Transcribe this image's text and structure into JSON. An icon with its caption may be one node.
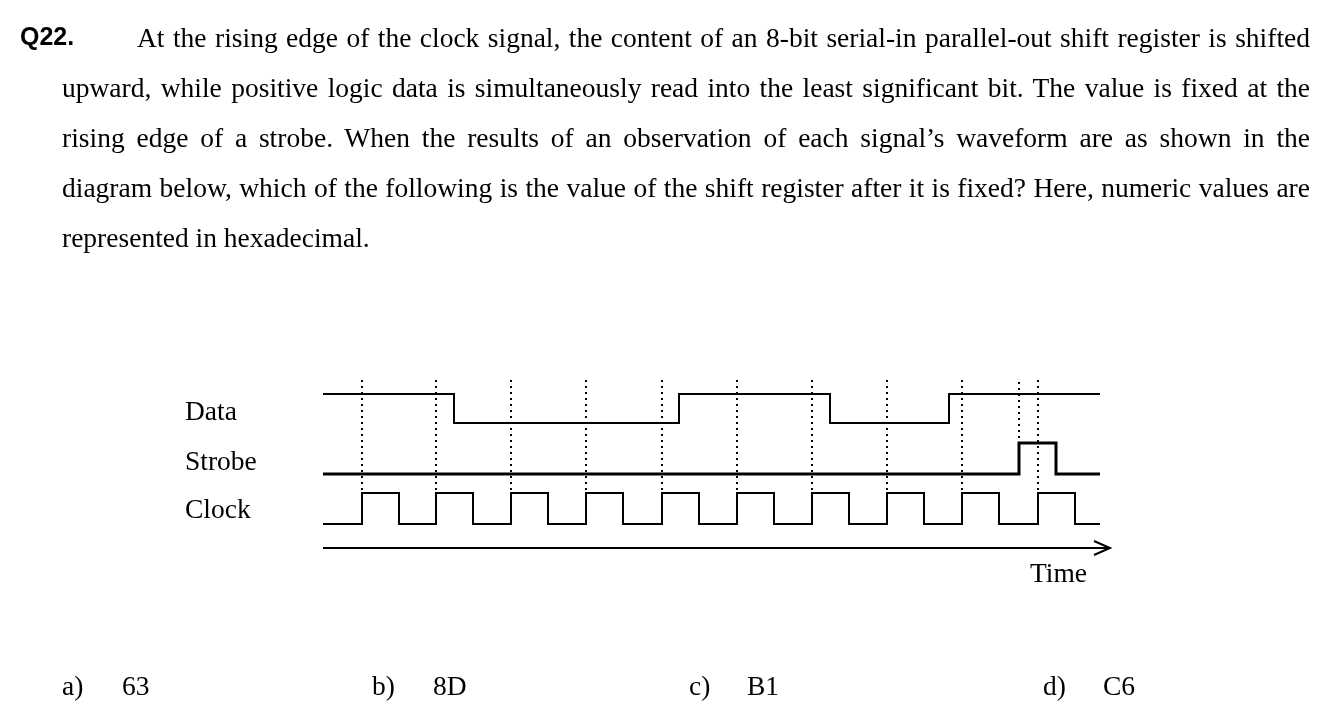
{
  "diagram": {
    "labels": [
      "Q22.",
      "At the rising edge of the clock signal, the content of an 8-bit serial-in parallel-out shift register is shifted upward, while positive logic data is simultaneously read into the least significant bit. The value is fixed at the rising edge of a strobe. When the results of an observation of each signal’s waveform are as shown in the diagram below, which of the following is the value of the shift register after it is fixed? Here, numeric values are represented in hexadecimal.",
      "Data",
      "Strobe",
      "Clock",
      "Time",
      "a)",
      "63",
      "b)",
      "8D",
      "c)",
      "B1",
      "d)",
      "C6"
    ]
  }
}
